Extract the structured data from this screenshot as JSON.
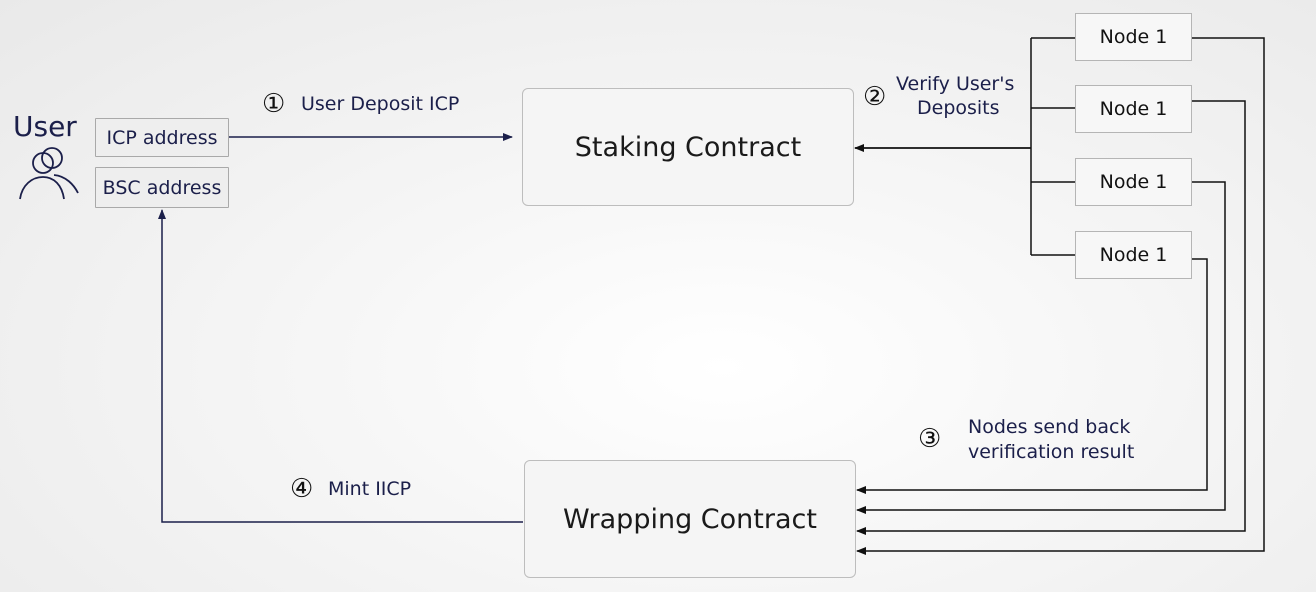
{
  "user": {
    "title": "User",
    "icp_address": "ICP address",
    "bsc_address": "BSC address"
  },
  "contracts": {
    "staking": "Staking Contract",
    "wrapping": "Wrapping Contract"
  },
  "nodes": [
    "Node 1",
    "Node 1",
    "Node 1",
    "Node 1"
  ],
  "steps": {
    "deposit": {
      "num": "①",
      "text": "User Deposit ICP"
    },
    "verify": {
      "num": "②",
      "line1": "Verify User's",
      "line2": "Deposits"
    },
    "send_back": {
      "num": "③",
      "line1": "Nodes send back",
      "line2": "verification result"
    },
    "mint": {
      "num": "④",
      "text": "Mint IICP"
    }
  },
  "colors": {
    "arrow_dark": "#1b1f4a",
    "line": "#000000",
    "text": "#1b1f4a"
  },
  "icons": {
    "user": "users-icon"
  }
}
